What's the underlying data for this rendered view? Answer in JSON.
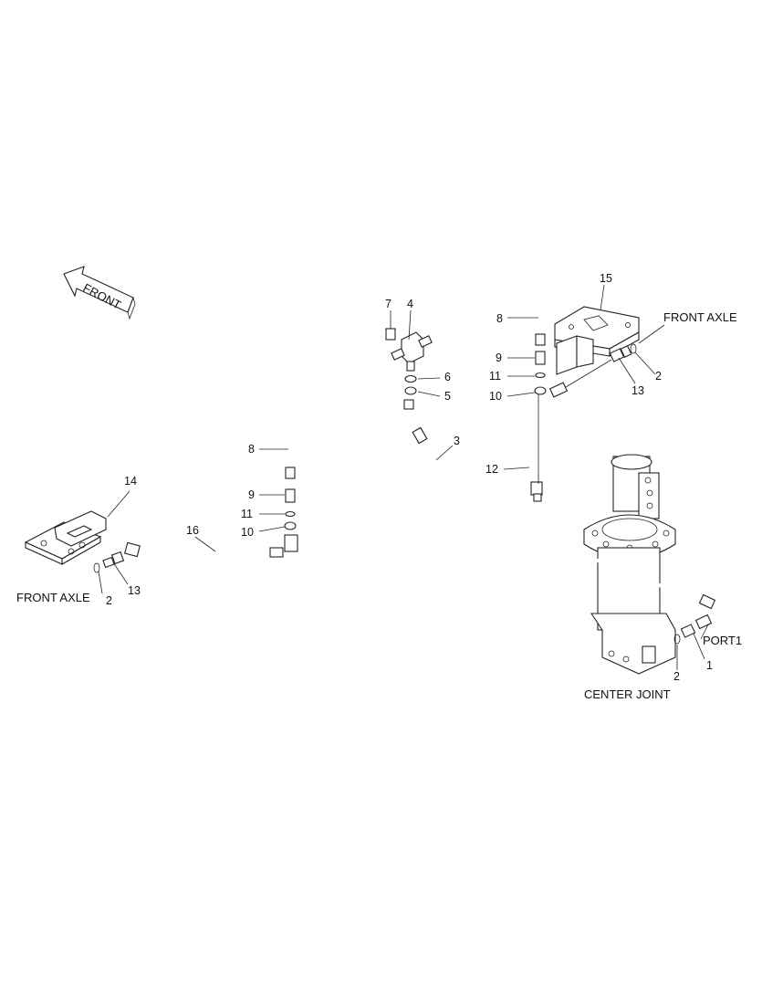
{
  "diagram": {
    "direction_arrow": "FRONT",
    "labels": {
      "front_axle_right": "FRONT AXLE",
      "front_axle_left": "FRONT AXLE",
      "port1": "PORT1",
      "center_joint": "CENTER JOINT"
    },
    "callouts": [
      {
        "id": "c1",
        "text": "1"
      },
      {
        "id": "c2a",
        "text": "2"
      },
      {
        "id": "c2b",
        "text": "2"
      },
      {
        "id": "c2c",
        "text": "2"
      },
      {
        "id": "c3",
        "text": "3"
      },
      {
        "id": "c4",
        "text": "4"
      },
      {
        "id": "c5",
        "text": "5"
      },
      {
        "id": "c6",
        "text": "6"
      },
      {
        "id": "c7",
        "text": "7"
      },
      {
        "id": "c8a",
        "text": "8"
      },
      {
        "id": "c8b",
        "text": "8"
      },
      {
        "id": "c9a",
        "text": "9"
      },
      {
        "id": "c9b",
        "text": "9"
      },
      {
        "id": "c10a",
        "text": "10"
      },
      {
        "id": "c10b",
        "text": "10"
      },
      {
        "id": "c11a",
        "text": "11"
      },
      {
        "id": "c11b",
        "text": "11"
      },
      {
        "id": "c12",
        "text": "12"
      },
      {
        "id": "c13a",
        "text": "13"
      },
      {
        "id": "c13b",
        "text": "13"
      },
      {
        "id": "c14",
        "text": "14"
      },
      {
        "id": "c15",
        "text": "15"
      },
      {
        "id": "c16",
        "text": "16"
      }
    ],
    "colors": {
      "line": "#222222",
      "background": "#ffffff"
    }
  }
}
